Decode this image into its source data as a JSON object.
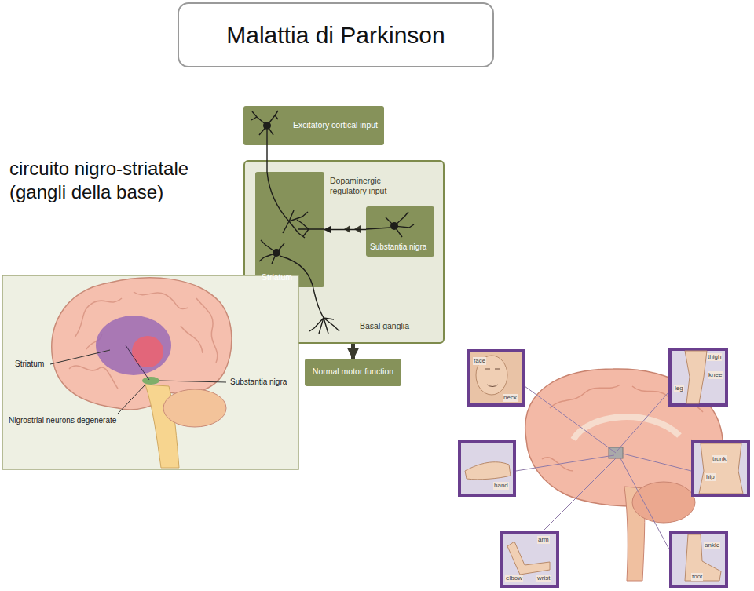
{
  "diagram": {
    "title": "Malattia di Parkinson",
    "nodes": [
      {
        "text": [
          "Excitatory cortical input"
        ]
      },
      {
        "text": [
          "Dopaminergic regulatory input",
          "Basal ganglia"
        ]
      },
      {
        "text": [
          "Striatum"
        ],
        "in": 1
      },
      {
        "text": [
          "Substantia nigra"
        ],
        "in": 1
      },
      {
        "text": [
          "Normal motor function"
        ]
      }
    ],
    "edges": [
      {
        "from": 0,
        "to": 2,
        "arrow": "none"
      },
      {
        "from": 3,
        "to": 2,
        "arrow": "to"
      },
      {
        "from": 1,
        "to": 4,
        "arrow": "to"
      }
    ],
    "labels": [
      "circuito nigro-striatale (gangli della base)",
      "Striatum",
      "Substantia nigra",
      "Nigrostrial neurons degenerate",
      "face",
      "neck",
      "hand",
      "arm",
      "elbow",
      "wrist",
      "thigh",
      "knee",
      "leg",
      "trunk",
      "hip",
      "ankle",
      "foot"
    ]
  }
}
